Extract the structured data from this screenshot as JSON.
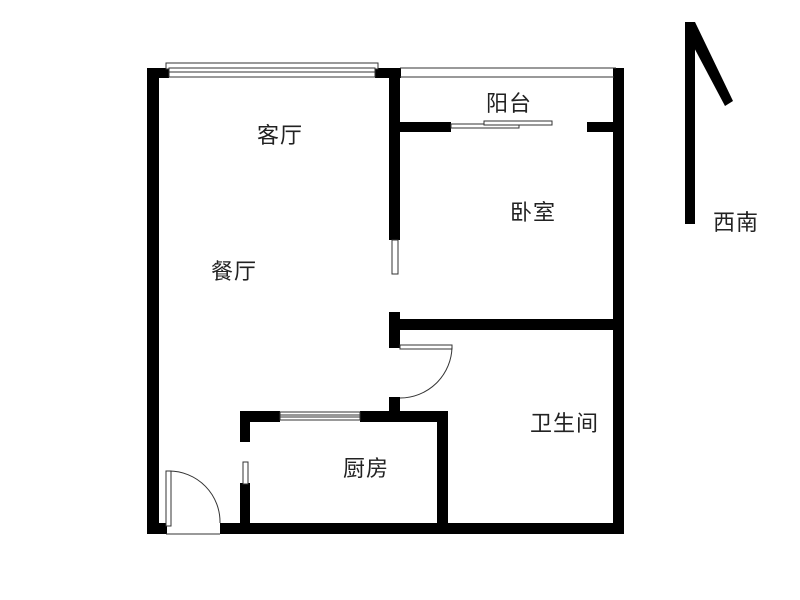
{
  "floor_plan": {
    "rooms": [
      {
        "id": "living",
        "label": "客厅"
      },
      {
        "id": "balcony",
        "label": "阳台"
      },
      {
        "id": "bedroom",
        "label": "卧室"
      },
      {
        "id": "dining",
        "label": "餐厅"
      },
      {
        "id": "bathroom",
        "label": "卫生间"
      },
      {
        "id": "kitchen",
        "label": "厨房"
      }
    ],
    "compass": {
      "label": "西南",
      "icon": "north-arrow-icon"
    },
    "colors": {
      "wall": "#000000",
      "background": "#ffffff",
      "line": "#333333"
    }
  }
}
